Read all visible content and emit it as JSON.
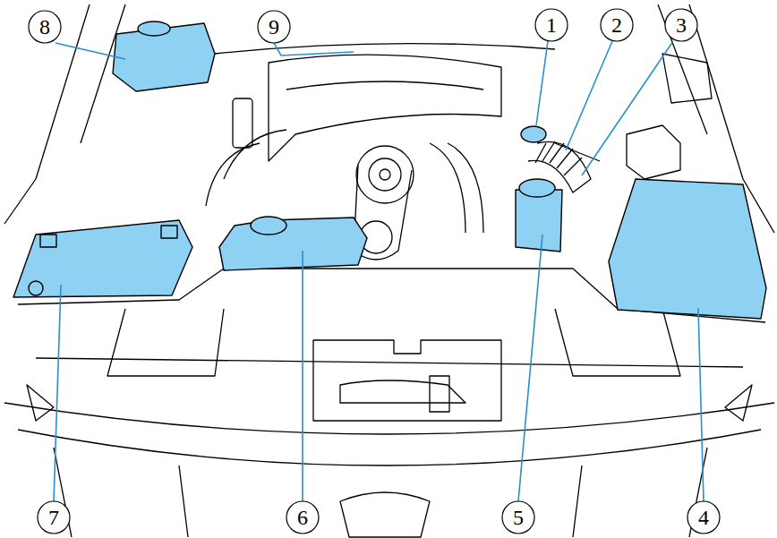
{
  "diagram": {
    "labels": [
      "8",
      "9",
      "1",
      "2",
      "3",
      "7",
      "6",
      "5",
      "4"
    ]
  }
}
